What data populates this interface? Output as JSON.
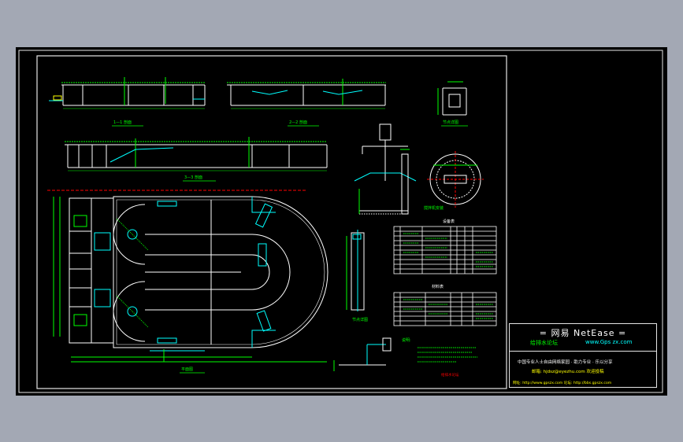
{
  "colors": {
    "background": "#a3a8b4",
    "sheet": "#000000",
    "border": "#e6e6e6",
    "wall": "#ffffff",
    "dimension": "#00ff00",
    "annotation": "#00ffff",
    "accent": "#ffff00",
    "marker": "#ff0000"
  },
  "title_block": {
    "title": "= 网易 NetEase =",
    "subtitle_cn": "给排水论坛",
    "subtitle_url": "www.Gps zx.com",
    "line1": "中国专业人士自由网络家园 · 助力专业 · 乐以分享",
    "line2": "邮箱: hjdsz@eyezhu.com  欢迎投稿",
    "line3": "网址: http://www.gpszx.com  论坛: http://bbs.gpszx.com"
  },
  "labels": {
    "section_1": "1—1 剖面",
    "section_2": "2—2 剖面",
    "section_3": "3—3 剖面",
    "detail_a": "节点详图",
    "detail_b": "搅拌机安装",
    "plan": "平面图",
    "notes_title": "说明:",
    "table_1_title": "设备表",
    "table_2_title": "材料表",
    "stamp": "给排水论坛"
  }
}
